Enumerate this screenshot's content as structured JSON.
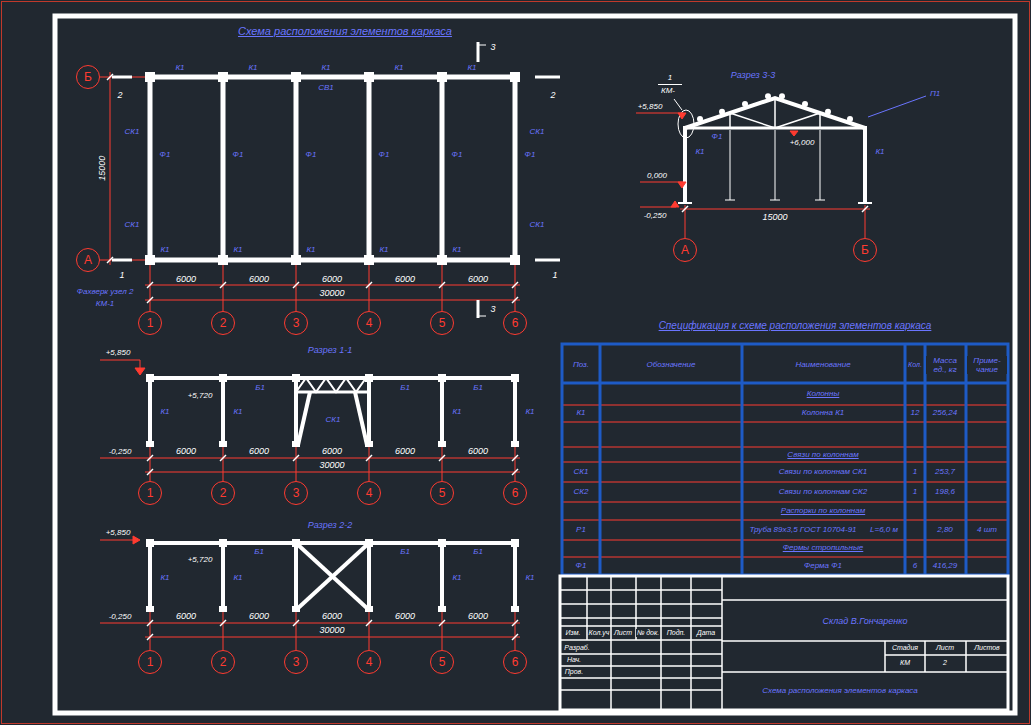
{
  "diagram": {
    "title": "Схема расположения элементов каркаса",
    "nodes": [
      {
        "text": [
          "Б"
        ]
      },
      {
        "text": [
          "А"
        ]
      },
      {
        "text": [
          "1"
        ]
      },
      {
        "text": [
          "2"
        ]
      },
      {
        "text": [
          "3"
        ]
      },
      {
        "text": [
          "4"
        ]
      },
      {
        "text": [
          "5"
        ]
      },
      {
        "text": [
          "6"
        ]
      },
      {
        "text": [
          "1"
        ]
      },
      {
        "text": [
          "2"
        ]
      },
      {
        "text": [
          "3"
        ]
      },
      {
        "text": [
          "4"
        ]
      },
      {
        "text": [
          "5"
        ]
      },
      {
        "text": [
          "6"
        ]
      },
      {
        "text": [
          "1"
        ]
      },
      {
        "text": [
          "2"
        ]
      },
      {
        "text": [
          "3"
        ]
      },
      {
        "text": [
          "4"
        ]
      },
      {
        "text": [
          "5"
        ]
      },
      {
        "text": [
          "6"
        ]
      },
      {
        "text": [
          "А"
        ]
      },
      {
        "text": [
          "Б"
        ]
      }
    ],
    "labels": [
      "К1",
      "К1",
      "К1",
      "К1",
      "К1",
      "СВ1",
      "Ф1",
      "Ф1",
      "Ф1",
      "Ф1",
      "Ф1",
      "Ф1",
      "К1",
      "К1",
      "К1",
      "К1",
      "К1",
      "СК1",
      "СК1",
      "СК1",
      "СК1",
      "6000",
      "6000",
      "6000",
      "6000",
      "6000",
      "30000",
      "15000",
      "2",
      "2",
      "1",
      "1",
      "3",
      "3",
      "Фахверк узел 2",
      "КМ-1",
      "Разрез 3-3",
      "1",
      "КМ-",
      "+5,850",
      "+6,000",
      "0,000",
      "-0,250",
      "15000",
      "П1",
      "К1",
      "К1",
      "Ф1",
      "Разрез 1-1",
      "+5,850",
      "+5,720",
      "-0,250",
      "6000",
      "6000",
      "6000",
      "6000",
      "6000",
      "30000",
      "К1",
      "К1",
      "К1",
      "К1",
      "Б1",
      "Б1",
      "Б1",
      "СК1",
      "Разрез 2-2",
      "+5,850",
      "+5,720",
      "-0,250",
      "6000",
      "6000",
      "6000",
      "6000",
      "6000",
      "30000",
      "К1",
      "К1",
      "К1",
      "К1",
      "Б1",
      "Б1",
      "Б1",
      "Спецификация к схеме расположения элементов каркаса",
      "Поз.",
      "Обозначение",
      "Наименование",
      "Кол.",
      "Масса ед., кг",
      "Приме- чание",
      "Колонны",
      "К1",
      "Колонна К1",
      "12",
      "256,24",
      "Связи по колоннам",
      "СК1",
      "Связи по колоннам СК1",
      "1",
      "253,7",
      "СК2",
      "Связи по колоннам СК2",
      "1",
      "198,6",
      "Распорки по колоннам",
      "Р1",
      "Труба 89х3,5 ГОСТ 10704-91",
      "L=6,0 м",
      "2,80",
      "4 шт",
      "Фермы стропильные",
      "Ф1",
      "Ферма Ф1",
      "6",
      "416,29",
      "Изм.",
      "Кол.уч",
      "Лист",
      "№ док.",
      "Подп.",
      "Дата",
      "Разраб.",
      "Нач.",
      "Пров.",
      "Склад В.Гончаренко",
      "Стадия",
      "Лист",
      "Листов",
      "КМ",
      "2",
      "Схема расположения элементов каркаса"
    ]
  }
}
